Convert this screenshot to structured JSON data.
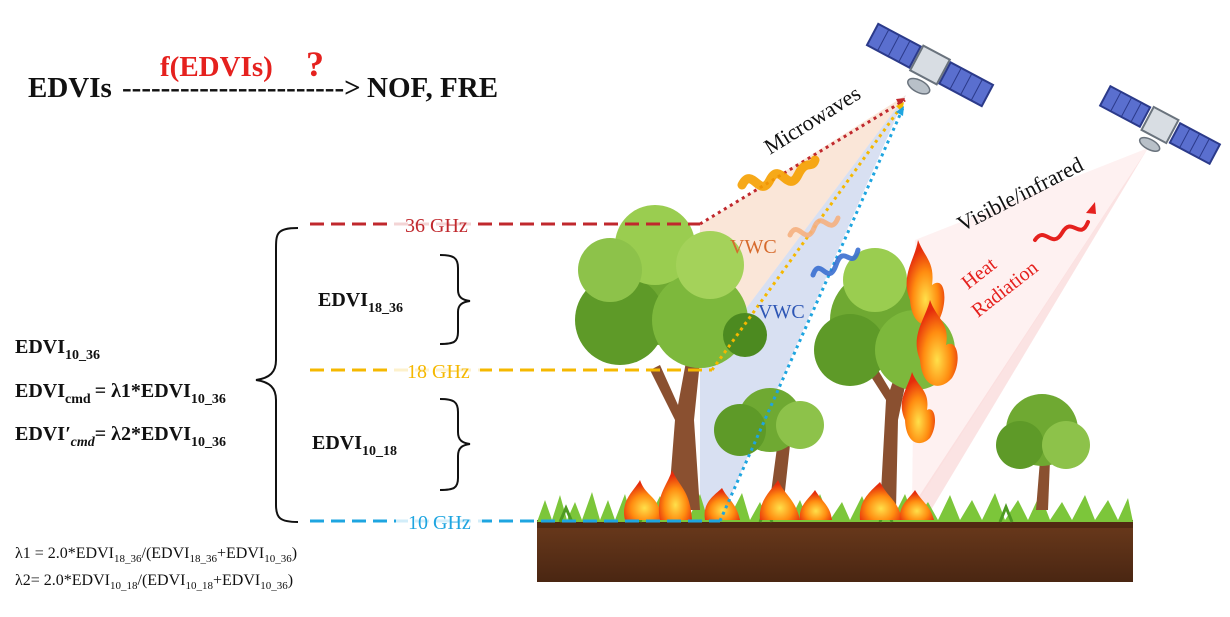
{
  "header": {
    "left": "EDVIs",
    "arrow": "----------------------->",
    "right": "NOF, FRE",
    "function_label": "f(EDVIs)",
    "question_mark": "?"
  },
  "frequencies": {
    "f36": "36 GHz",
    "f18": "18 GHz",
    "f10": "10 GHz"
  },
  "indices": {
    "edvi_18_36": {
      "base": "EDVI",
      "sub": "18_36"
    },
    "edvi_10_18": {
      "base": "EDVI",
      "sub": "10_18"
    },
    "edvi_10_36": {
      "base": "EDVI",
      "sub": "10_36"
    },
    "edvi_cmd": {
      "base": "EDVI",
      "sub": "cmd",
      "rhs": "= λ1*EDVI",
      "rhs_sub": "10_36"
    },
    "edvi_cmd_prime": {
      "base": "EDVI",
      "prime": "′",
      "sub": "cmd",
      "rhs": "= λ2*EDVI",
      "rhs_sub": "10_36"
    }
  },
  "formulas": {
    "lambda1": {
      "lead": "λ1 = 2.0*EDVI",
      "s1": "18_36",
      "mid1": "/(EDVI",
      "s2": "18_36",
      "mid2": "+EDVI",
      "s3": "10_36",
      "tail": ")"
    },
    "lambda2": {
      "lead": "λ2= 2.0*EDVI",
      "s1": "10_18",
      "mid1": "/(EDVI",
      "s2": "10_18",
      "mid2": "+EDVI",
      "s3": "10_36",
      "tail": ")"
    }
  },
  "labels": {
    "microwaves": "Microwaves",
    "visible_infrared": "Visible/infrared",
    "vwc_upper": "VWC",
    "vwc_lower": "VWC",
    "heat": "Heat",
    "radiation": "Radiation"
  },
  "colors": {
    "red_36": "#c0282d",
    "yellow_18": "#f5b800",
    "blue_10": "#1ea5e0",
    "question_red": "#e5211e",
    "vwc_orange": "#d66a2c",
    "vwc_blue": "#2d56b5"
  }
}
